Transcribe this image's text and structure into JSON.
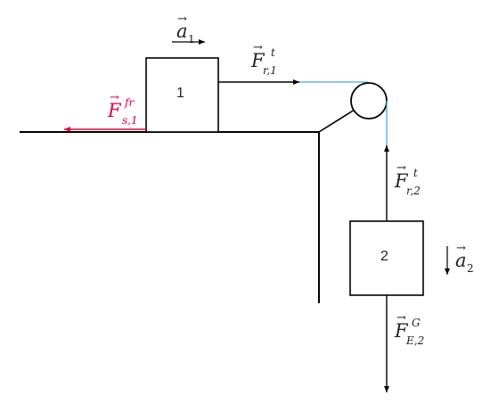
{
  "blocks": {
    "block1": {
      "label": "1"
    },
    "block2": {
      "label": "2"
    }
  },
  "labels": {
    "a1": {
      "symbol": "a",
      "sub": "1"
    },
    "a2": {
      "symbol": "a",
      "sub": "2"
    },
    "Fr1": {
      "symbol": "F",
      "sup": "t",
      "sub": "r,1"
    },
    "Fs1": {
      "symbol": "F",
      "sup": "fr",
      "sub": "s,1"
    },
    "Fr2": {
      "symbol": "F",
      "sup": "t",
      "sub": "r,2"
    },
    "FE2": {
      "symbol": "F",
      "sup": "G",
      "sub": "E,2"
    }
  },
  "colors": {
    "line": "#000000",
    "rope": "#4aa8e0",
    "friction": "#e0003c",
    "text": "#222222"
  }
}
